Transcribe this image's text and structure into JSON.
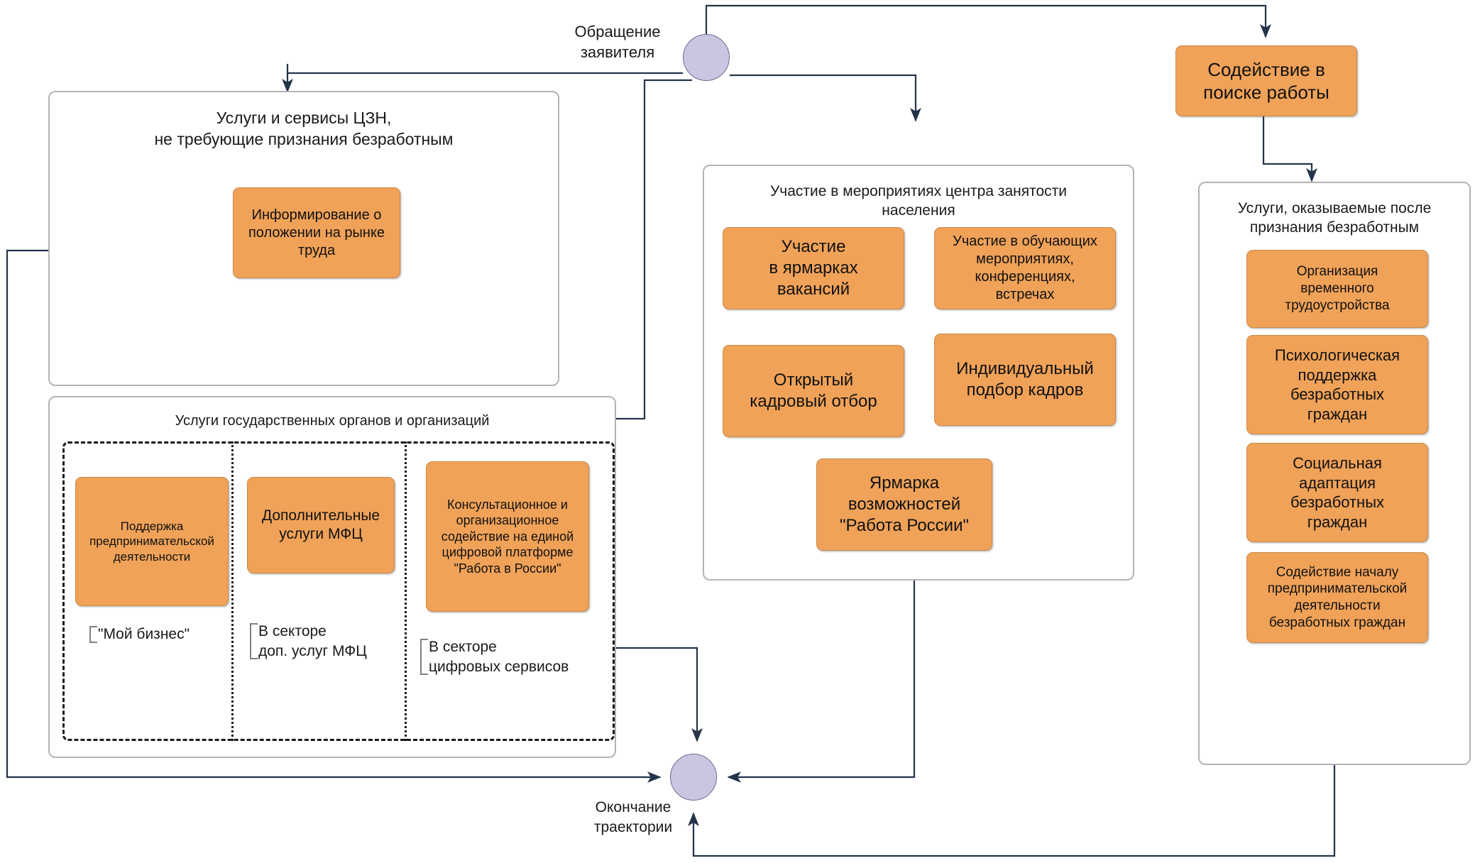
{
  "diagram": {
    "title_nodes": {
      "start_label": "Обращение\nзаявителя",
      "end_label": "Окончание\nтраектории"
    },
    "accent_color": "#f0a258",
    "node_color": "#c9c6e2",
    "edge_color": "#23344a",
    "panels": [
      {
        "id": "czn-services",
        "title": "Услуги и сервисы ЦЗН,\nне требующие признания безработным",
        "boxes": [
          {
            "label": "Информирование о\nположении на рынке\nтруда"
          }
        ]
      },
      {
        "id": "gov-services",
        "title": "Услуги государственных органов и организаций",
        "columns": [
          {
            "box": "Поддержка\nпредпринимательской\nдеятельности",
            "note": "\"Мой бизнес\""
          },
          {
            "box": "Дополнительные\nуслуги МФЦ",
            "note": "В секторе\nдоп. услуг МФЦ"
          },
          {
            "box": "Консультационное и\nорганизационное\nсодействие на единой\nцифровой платформе\n\"Работа в России\"",
            "note": "В секторе\nцифровых сервисов"
          }
        ]
      },
      {
        "id": "czn-events",
        "title": "Участие в мероприятиях центра занятости\nнаселения",
        "boxes": [
          {
            "label": "Участие\nв ярмарках\nвакансий"
          },
          {
            "label": "Участие в обучающих\nмероприятиях,\nконференциях,\nвстречах"
          },
          {
            "label": "Открытый\nкадровый отбор"
          },
          {
            "label": "Индивидуальный\nподбор кадров"
          },
          {
            "label": "Ярмарка\nвозможностей\n\"Работа России\""
          }
        ]
      },
      {
        "id": "after-unemployed",
        "title": "Услуги, оказываемые после\nпризнания безработным",
        "boxes": [
          {
            "label": "Организация\nвременного\nтрудоустройства"
          },
          {
            "label": "Психологическая\nподдержка\nбезработных\nграждан"
          },
          {
            "label": "Социальная\nадаптация\nбезработных\nграждан"
          },
          {
            "label": "Содействие началу\nпредпринимательской\nдеятельности\nбезработных граждан"
          }
        ]
      }
    ],
    "standalone_boxes": [
      {
        "id": "job-search-aid",
        "label": "Содействие в\nпоиске работы"
      }
    ]
  }
}
